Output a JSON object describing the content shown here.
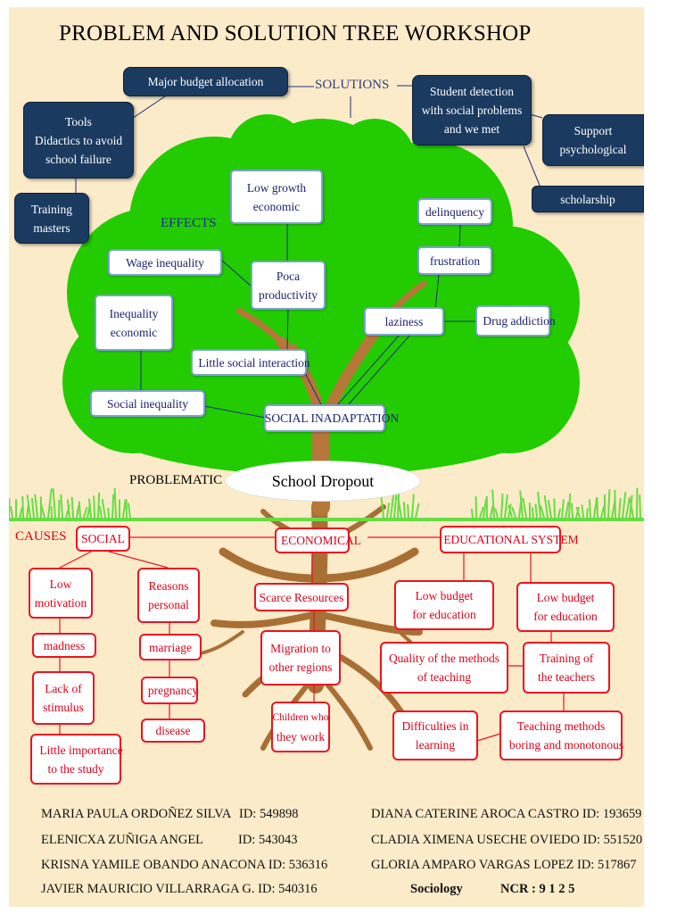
{
  "title": "PROBLEM AND SOLUTION TREE WORKSHOP",
  "labels": {
    "solutions": "SOLUTIONS",
    "effects": "EFFECTS",
    "problematic": "PROBLEMATIC",
    "causes": "CAUSES"
  },
  "problem": "School Dropout",
  "solutions": {
    "major_budget": "Major budget allocation",
    "tools": [
      "Tools",
      "Didactics to avoid",
      "school  failure"
    ],
    "training": [
      "Training",
      "masters"
    ],
    "student_detection": [
      "Student detection",
      "with social problems",
      "and we met"
    ],
    "support": [
      "Support",
      "psychological"
    ],
    "scholarship": "scholarship"
  },
  "effects": {
    "low_growth": [
      "Low growth",
      "economic"
    ],
    "wage_inequality": "Wage inequality",
    "poca": [
      "Poca",
      "productivity"
    ],
    "inequality_economic": [
      "Inequality",
      "economic"
    ],
    "little_social": "Little social interaction",
    "social_inequality": "Social inequality",
    "social_inadaptation": "SOCIAL INADAPTATION",
    "delinquency": "delinquency",
    "frustration": "frustration",
    "laziness": "laziness",
    "drug_addiction": "Drug addiction"
  },
  "causes": {
    "social": "SOCIAL",
    "economical": "ECONOMICAL",
    "educational": "EDUCATIONAL SYSTEM",
    "low_motivation": [
      "Low",
      "motivation"
    ],
    "reasons_personal": [
      "Reasons",
      "personal"
    ],
    "madness": "madness",
    "marriage": "marriage",
    "lack_stimulus": [
      "Lack of",
      "stimulus"
    ],
    "pregnancy": "pregnancy",
    "disease": "disease",
    "little_importance": [
      "Little importance",
      "to the study"
    ],
    "scarce": "Scarce Resources",
    "migration": [
      "Migration to",
      "other regions"
    ],
    "children": [
      "Children who",
      "they work"
    ],
    "low_budget_1": [
      "Low budget",
      "for education"
    ],
    "low_budget_2": [
      "Low budget",
      "for education"
    ],
    "quality_methods": [
      "Quality of the methods",
      "of teaching"
    ],
    "training_teachers": [
      "Training of",
      "the teachers"
    ],
    "difficulties": [
      "Difficulties in",
      "learning"
    ],
    "teaching_methods": [
      "Teaching methods",
      "boring and monotonous"
    ]
  },
  "team": [
    {
      "name": "MARIA PAULA ORDOÑEZ SILVA",
      "id": "ID: 549898"
    },
    {
      "name": "DIANA CATERINE AROCA CASTRO",
      "id": "ID: 193659"
    },
    {
      "name": "ELENICXA ZUÑIGA ANGEL",
      "id": "ID: 543043"
    },
    {
      "name": "CLADIA XIMENA USECHE OVIEDO",
      "id": "ID: 551520"
    },
    {
      "name": "KRISNA YAMILE OBANDO ANACONA",
      "id": "ID: 536316"
    },
    {
      "name": "GLORIA AMPARO VARGAS LOPEZ",
      "id": "ID: 517867"
    },
    {
      "name": "JAVIER MAURICIO VILLARRAGA G.",
      "id": "ID: 540316"
    }
  ],
  "course": {
    "subject": "Sociology",
    "ncr": "NCR : 9 1 2 5"
  },
  "colors": {
    "background": "#fcebc9",
    "canopy": "#22cc00",
    "trunk": "#b5773a",
    "solution_box": "#1b3a60",
    "effect_border": "#7f9fd6",
    "cause_red": "#ee1122",
    "grass": "#66dd44"
  }
}
